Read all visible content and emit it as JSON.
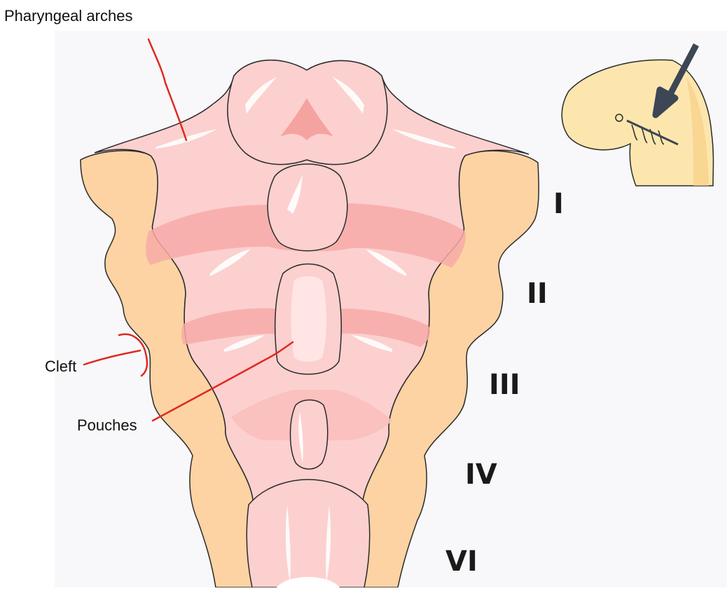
{
  "labels": {
    "arches": "Pharyngeal arches",
    "cleft": "Cleft",
    "pouches": "Pouches"
  },
  "numerals": [
    "I",
    "II",
    "III",
    "IV",
    "VI"
  ],
  "colors": {
    "background_panel": "#f8f8fa",
    "tissue": "#fcd0cf",
    "tissue_dark": "#f5a3a1",
    "ectoderm": "#fdd3a3",
    "embryo": "#fde6ae",
    "annotation_red": "#e02a1e",
    "arrow": "#3c4655",
    "outline": "#2a2a2a"
  }
}
